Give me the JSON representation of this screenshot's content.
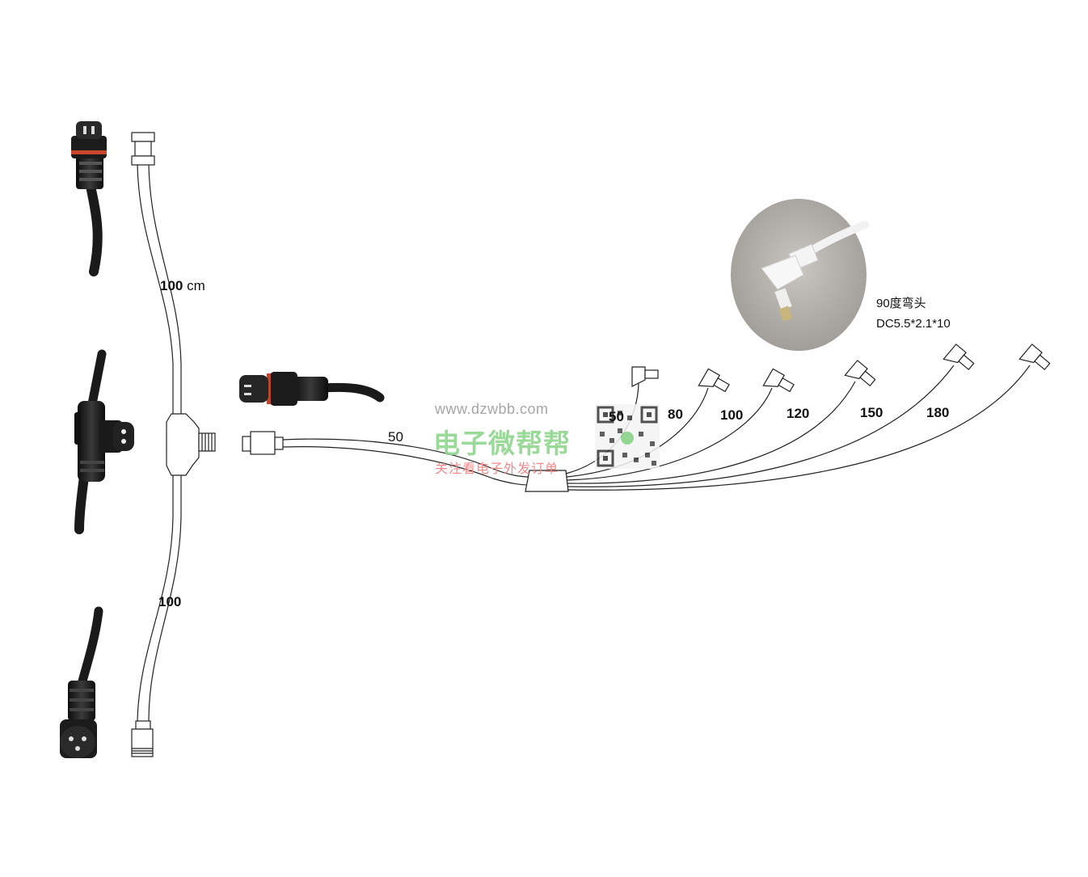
{
  "labels": {
    "top_length_num": "100",
    "top_length_unit": "cm",
    "bottom_length": "100",
    "main_branch_length": "50",
    "dc_lengths": [
      "50",
      "80",
      "100",
      "120",
      "150",
      "180"
    ]
  },
  "photo_caption": {
    "line1": "90度弯头",
    "line2": "DC5.5*2.1*10"
  },
  "watermark": {
    "url": "www.dzwbb.com",
    "name": "电子微帮帮",
    "subtitle": "关注看电子外发订单"
  }
}
